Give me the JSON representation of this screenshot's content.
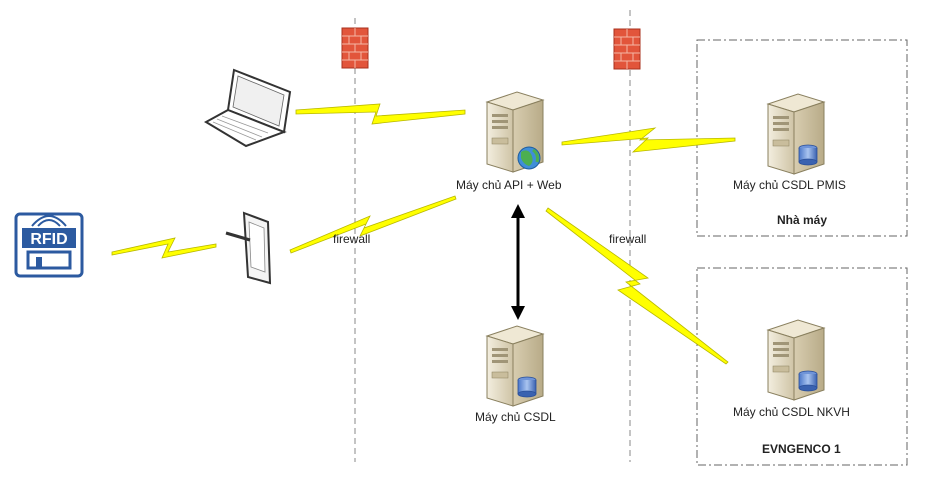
{
  "labels": {
    "api_server": "Máy chủ API + Web",
    "db_server": "Máy chủ CSDL",
    "pmis_server": "Máy chủ CSDL PMIS",
    "nkvh_server": "Máy chủ CSDL NKVH",
    "factory": "Nhà máy",
    "evngenco": "EVNGENCO 1",
    "firewall_left": "firewall",
    "firewall_right": "firewall",
    "rfid": "RFID"
  },
  "colors": {
    "lightning": "#ffff00",
    "lightning_stroke": "#b8b800",
    "firewall": "#e2553b",
    "server_body": "#e7dfc8",
    "dashed_line": "#888888",
    "rfid_blue": "#2c5aa0"
  }
}
